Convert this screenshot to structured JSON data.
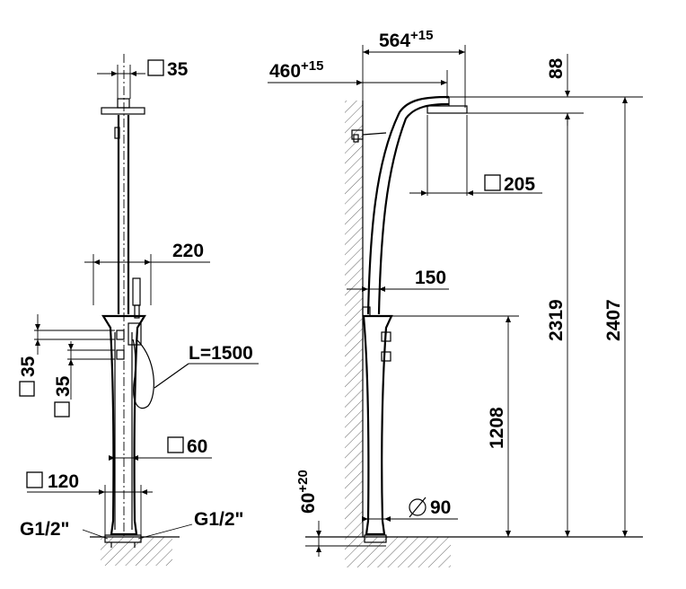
{
  "front_view": {
    "top_square": "35",
    "arm_width": "220",
    "valve_spacing_1": "35",
    "valve_spacing_2": "35",
    "hose_length": "L=1500",
    "column_square": "60",
    "base_square": "120",
    "inlet_left": "G1/2\"",
    "inlet_right": "G1/2\""
  },
  "side_view": {
    "wall_offset_base": "460",
    "wall_offset_base_tol": "+15",
    "head_offset_base": "564",
    "head_offset_base_tol": "+15",
    "top_gap": "88",
    "head_square": "205",
    "column_offset": "150",
    "mixer_height": "1208",
    "head_height": "2319",
    "total_height": "2407",
    "floor_depth_base": "60",
    "floor_depth_tol": "+20",
    "base_diameter": "90",
    "diameter_symbol": "∅"
  }
}
